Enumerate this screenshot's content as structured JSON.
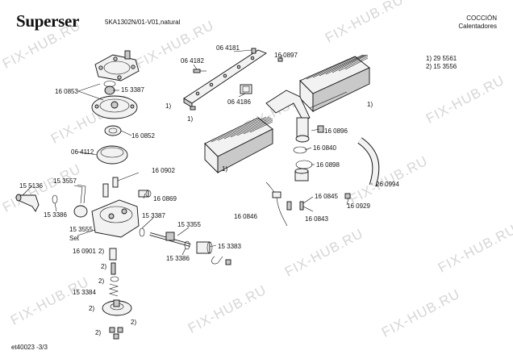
{
  "header": {
    "brand": "Superser",
    "model": "5KA1302N/01-V01,natural",
    "category_line1": "COCCIÓN",
    "category_line2": "Calentadores"
  },
  "notes": [
    "1) 29 5561",
    "2) 15 3556"
  ],
  "footer": "et40023 -3/3",
  "watermark": "FIX-HUB.RU",
  "callouts": {
    "c064181": "06 4181",
    "c160897": "16 0897",
    "c064182": "06 4182",
    "c160853": "16 0853",
    "c153387a": "15 3387",
    "c064186": "06 4186",
    "c160852": "16 0852",
    "c064112": "06 4112",
    "c160896": "16 0896",
    "c160840": "16 0840",
    "c160898": "16 0898",
    "c153557": "15 3557",
    "c160902": "16 0902",
    "c155136": "15 5136",
    "c160869": "16 0869",
    "c153386a": "15 3386",
    "c153387b": "15 3387",
    "c153355": "15 3355",
    "c153555": "15 3555",
    "c_set": "Set",
    "c160846": "16 0846",
    "c160845": "16 0845",
    "c160843": "16 0843",
    "c160929": "16 0929",
    "c260994": "26 0994",
    "c153383": "15 3383",
    "c160901": "16 0901",
    "c153386b": "15 3386",
    "c153384": "15 3384",
    "n1": "1)",
    "n2": "2)"
  }
}
